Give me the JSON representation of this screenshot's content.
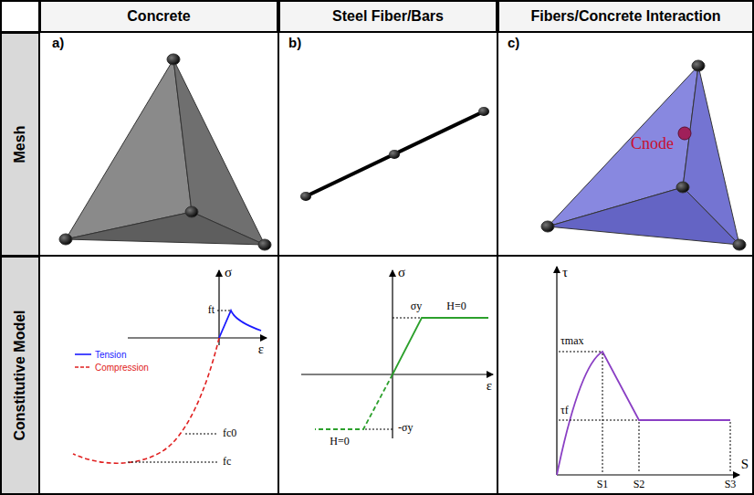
{
  "diagram": {
    "nodes": [
      {
        "text": [
          "Concrete"
        ]
      },
      {
        "text": [
          "Steel Fiber/Bars"
        ]
      },
      {
        "text": [
          "Fibers/Concrete Interaction"
        ]
      },
      {
        "text": [
          "Mesh"
        ]
      },
      {
        "text": [
          "Constitutive Model"
        ]
      }
    ],
    "labels": [
      "a)",
      "b)",
      "c)",
      "Cnode",
      "σ",
      "ε",
      "ft",
      "fc0",
      "fc",
      "σ",
      "σy",
      "H=0",
      "ε",
      "-σy",
      "H=0",
      "τ",
      "τmax",
      "τf",
      "S1",
      "S2",
      "S3",
      "S"
    ],
    "legend": [
      {
        "text": "Tension"
      },
      {
        "text": "Compression"
      }
    ]
  }
}
